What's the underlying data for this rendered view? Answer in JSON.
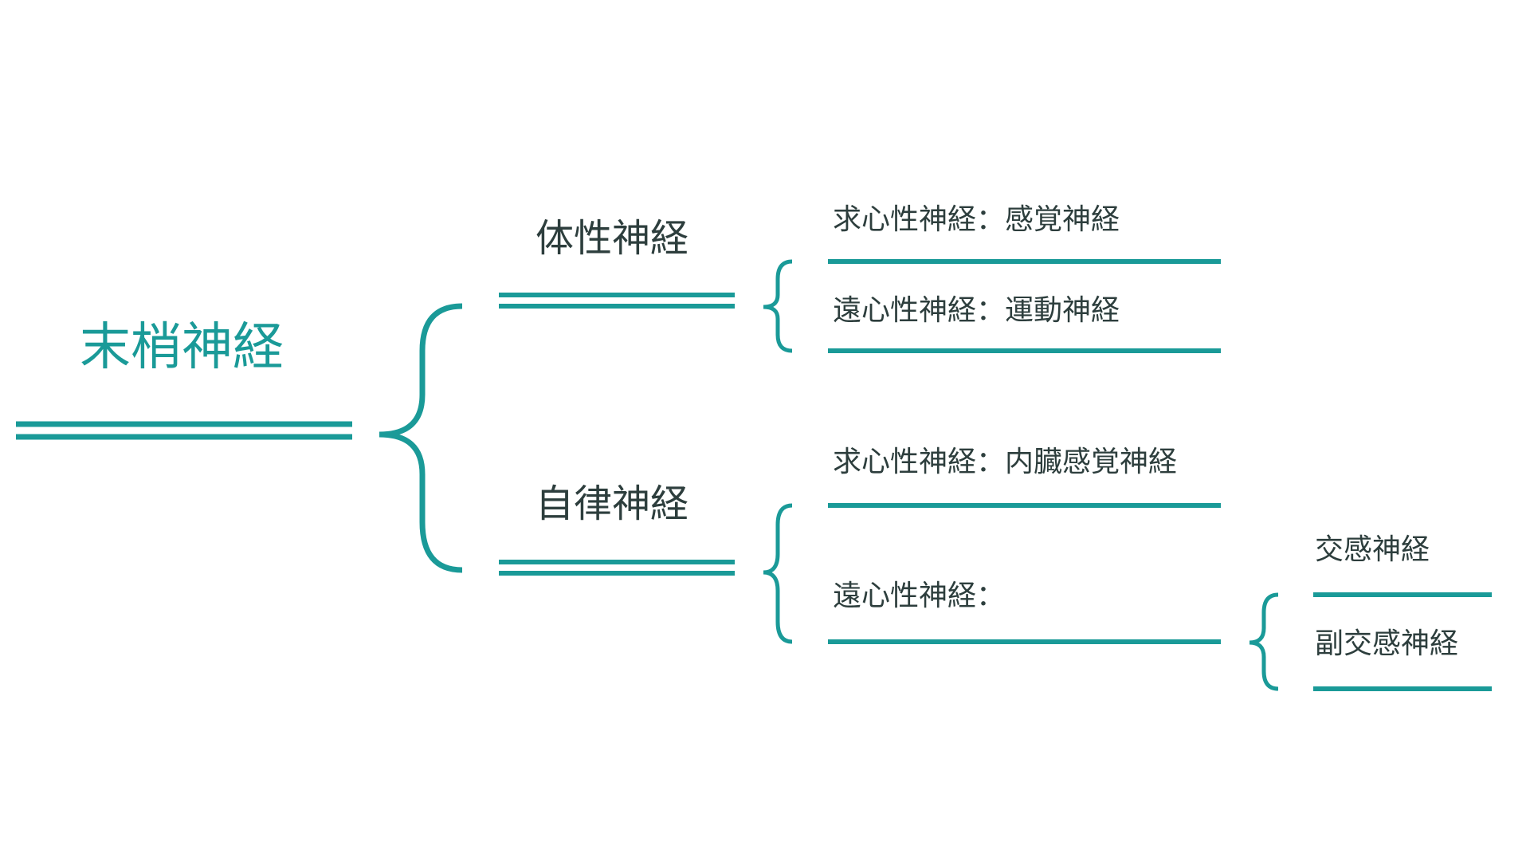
{
  "diagram": {
    "root": {
      "label": "末梢神経"
    },
    "branches": [
      {
        "label": "体性神経",
        "children": [
          {
            "label": "求心性神経：感覚神経"
          },
          {
            "label": "遠心性神経：運動神経"
          }
        ]
      },
      {
        "label": "自律神経",
        "children": [
          {
            "label": "求心性神経：内臓感覚神経"
          },
          {
            "label": "遠心性神経：",
            "children": [
              {
                "label": "交感神経"
              },
              {
                "label": "副交感神経"
              }
            ]
          }
        ]
      }
    ],
    "colors": {
      "accent": "#1a9a98",
      "text": "#2d3e3d",
      "background": "#ffffff"
    }
  }
}
